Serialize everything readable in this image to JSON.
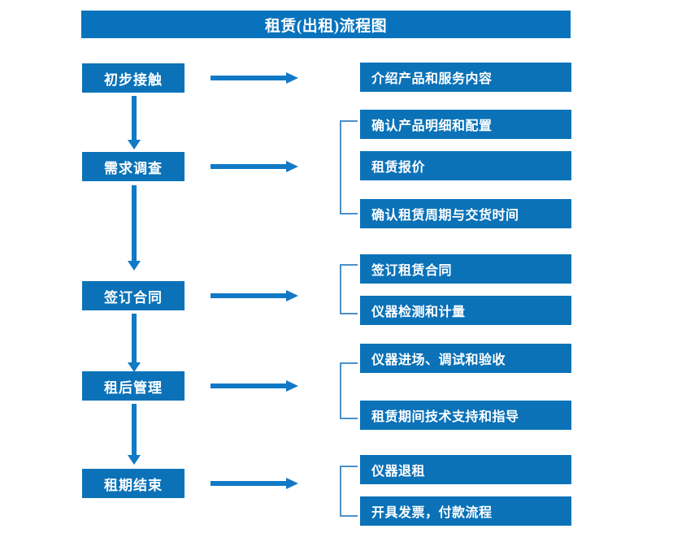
{
  "diagram": {
    "title": "租赁(出租)流程图",
    "colors": {
      "box_blue": "#0b72b8",
      "title_blue": "#0872bc",
      "arrow_blue": "#1179c5",
      "bracket_blue": "#4a90c9",
      "background": "#ffffff",
      "text": "#ffffff"
    },
    "stages": [
      {
        "label": "初步接触",
        "details": [
          "介绍产品和服务内容"
        ],
        "bracketed": false
      },
      {
        "label": "需求调查",
        "details": [
          "确认产品明细和配置",
          "租赁报价",
          "确认租赁周期与交货时间"
        ],
        "bracketed": true
      },
      {
        "label": "签订合同",
        "details": [
          "签订租赁合同",
          "仪器检测和计量"
        ],
        "bracketed": true
      },
      {
        "label": "租后管理",
        "details": [
          "仪器进场、调试和验收",
          "租赁期间技术支持和指导"
        ],
        "bracketed": true
      },
      {
        "label": "租期结束",
        "details": [
          "仪器退租",
          "开具发票，付款流程"
        ],
        "bracketed": true
      }
    ]
  }
}
